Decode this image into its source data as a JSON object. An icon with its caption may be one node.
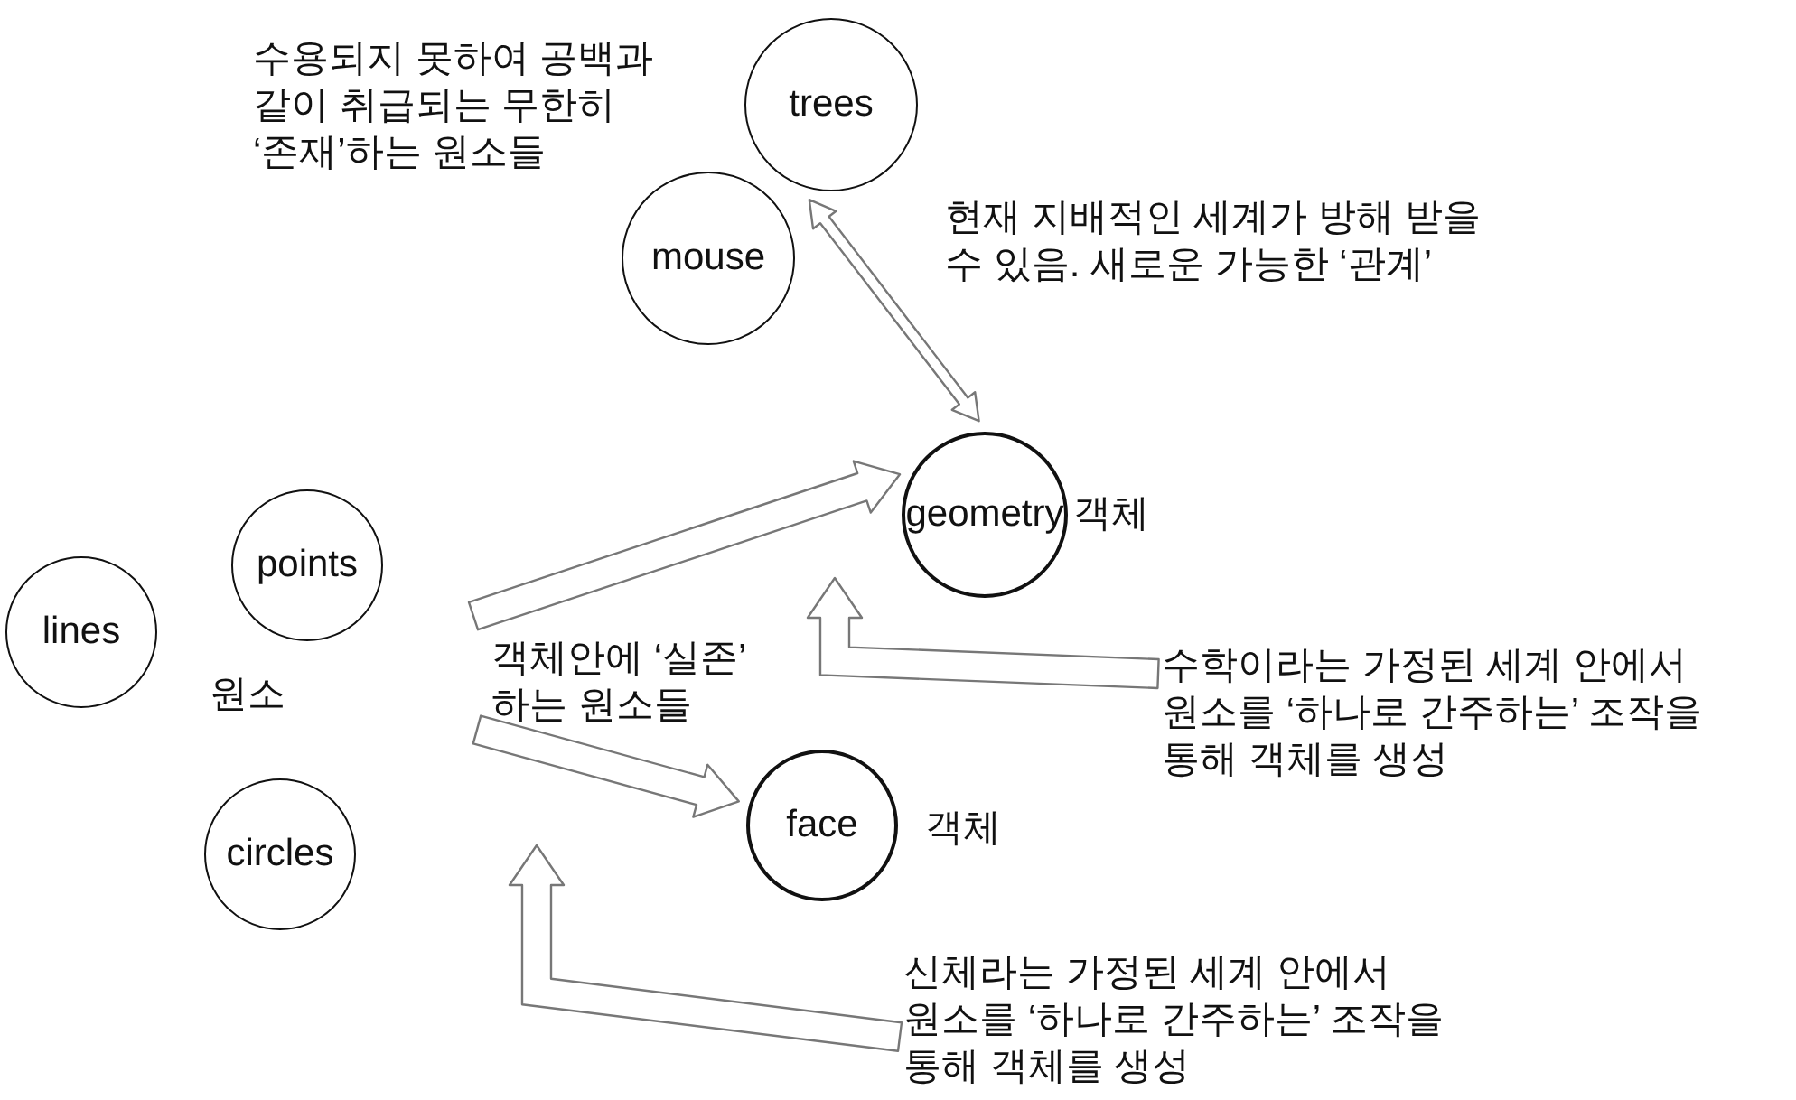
{
  "diagram": {
    "nodes": [
      {
        "text": [
          "trees"
        ]
      },
      {
        "text": [
          "mouse"
        ]
      },
      {
        "text": [
          "geometry"
        ],
        "beside": [
          "객체"
        ]
      },
      {
        "text": [
          "points"
        ]
      },
      {
        "text": [
          "lines"
        ]
      },
      {
        "text": [
          "circles"
        ]
      },
      {
        "text": [
          "face"
        ],
        "beside": [
          "객체"
        ]
      },
      {
        "text": [
          "수학이라는 가정된 세계 안에서 원소를 ‘하나로 간주하는’ 조작을 통해 객체를 생성"
        ]
      },
      {
        "text": [
          "신체라는 가정된 세계 안에서 원소를 ‘하나로 간주하는’ 조작을 통해 객체를 생성"
        ]
      }
    ],
    "edges": [
      {
        "from": 0,
        "to": 2,
        "arrow": "both",
        "label": "현재 지배적인 세계가 방해 받을 수 있음. 새로운 가능한 ‘관계’"
      },
      {
        "from": null,
        "to": 2,
        "arrow": "to"
      },
      {
        "from": null,
        "to": 6,
        "arrow": "to"
      },
      {
        "from": 7,
        "to": 2,
        "arrow": "to"
      },
      {
        "from": 8,
        "to": 6,
        "arrow": "to"
      }
    ],
    "labels": [
      "수용되지 못하여 공백과 같이 취급되는 무한히 ‘존재’하는 원소들",
      "객체안에 ‘실존’ 하는 원소들",
      "원소"
    ]
  }
}
